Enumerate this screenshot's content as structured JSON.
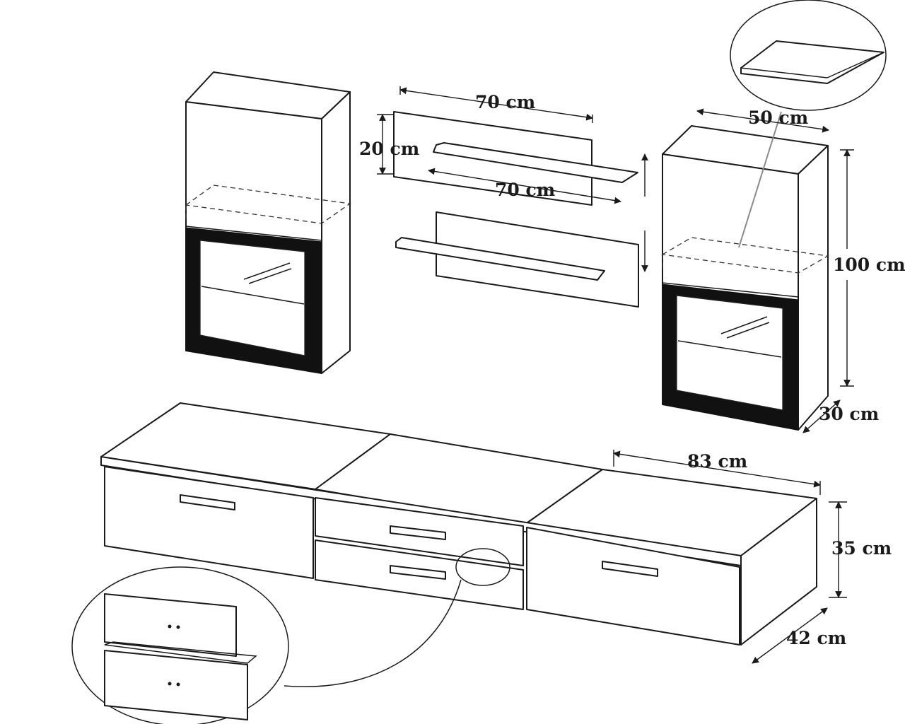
{
  "dimensions": {
    "top_panel_width": "70 cm",
    "shelf_width": "70 cm",
    "panel_height": "20 cm",
    "cabinet_width": "50 cm",
    "cabinet_height": "100 cm",
    "cabinet_depth": "30 cm",
    "lowboard_width": "83 cm",
    "lowboard_height": "35 cm",
    "lowboard_depth": "42 cm"
  },
  "colors": {
    "line": "#1a1a1a",
    "door_frame": "#111111",
    "background": "#ffffff"
  }
}
